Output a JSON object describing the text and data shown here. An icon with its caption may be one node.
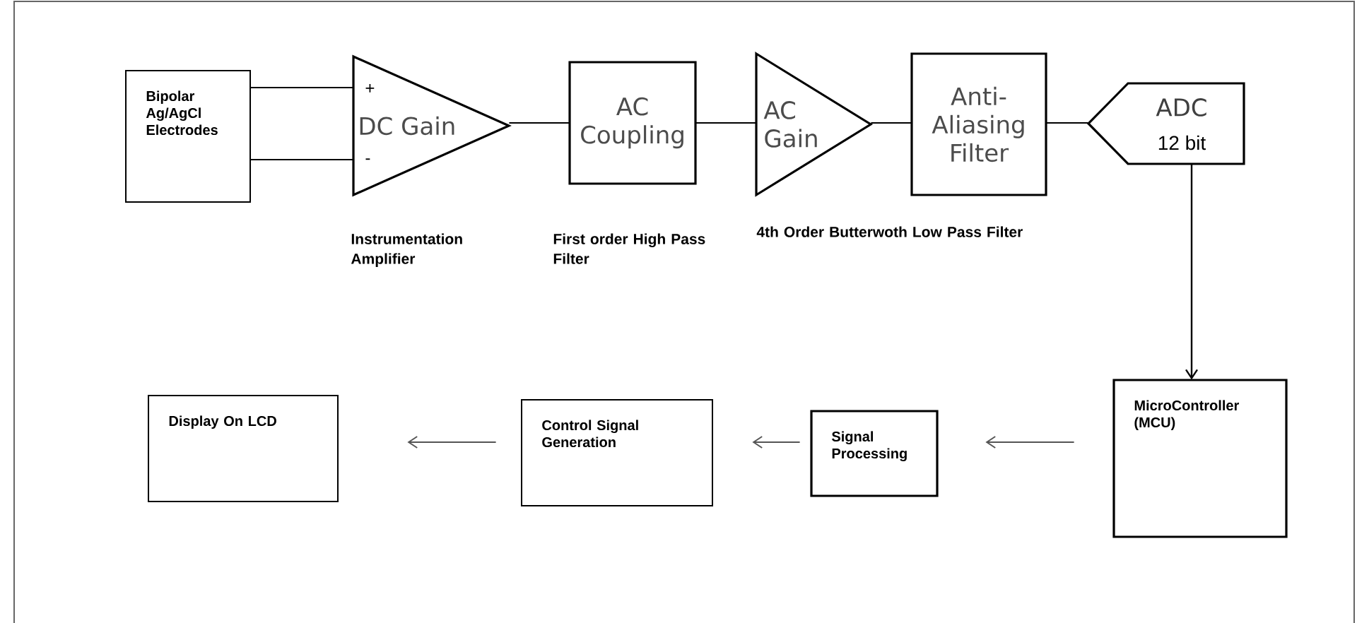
{
  "diagram": {
    "nodes": [
      {
        "text": [
          "Bipolar Ag/AgCl Electrodes"
        ]
      },
      {
        "text": [
          "+",
          "DC Gain",
          "-"
        ],
        "beside": [
          "Instrumentation Amplifier"
        ]
      },
      {
        "text": [
          "AC Coupling"
        ],
        "beside": [
          "First order High Pass Filter"
        ]
      },
      {
        "text": [
          "AC Gain"
        ]
      },
      {
        "text": [
          "Anti-Aliasing Filter"
        ],
        "beside": [
          "4th Order Butterwoth Low Pass Filter"
        ]
      },
      {
        "text": [
          "ADC",
          "12 bit"
        ]
      },
      {
        "text": [
          "MicroController (MCU)"
        ]
      },
      {
        "text": [
          "Signal Processing"
        ]
      },
      {
        "text": [
          "Control Signal Generation"
        ]
      },
      {
        "text": [
          "Display On LCD"
        ]
      }
    ],
    "edges": [
      {
        "from": 0,
        "to": 1,
        "arrow": "none"
      },
      {
        "from": 0,
        "to": 1,
        "arrow": "none"
      },
      {
        "from": 1,
        "to": 2,
        "arrow": "none"
      },
      {
        "from": 2,
        "to": 3,
        "arrow": "none"
      },
      {
        "from": 3,
        "to": 4,
        "arrow": "none"
      },
      {
        "from": 4,
        "to": 5,
        "arrow": "none"
      },
      {
        "from": 5,
        "to": 6,
        "arrow": "to"
      },
      {
        "from": 6,
        "to": 7,
        "arrow": "to",
        "color": "#555555"
      },
      {
        "from": 7,
        "to": 8,
        "arrow": "to",
        "color": "#555555"
      },
      {
        "from": 8,
        "to": 9,
        "arrow": "to",
        "color": "#555555"
      }
    ]
  }
}
